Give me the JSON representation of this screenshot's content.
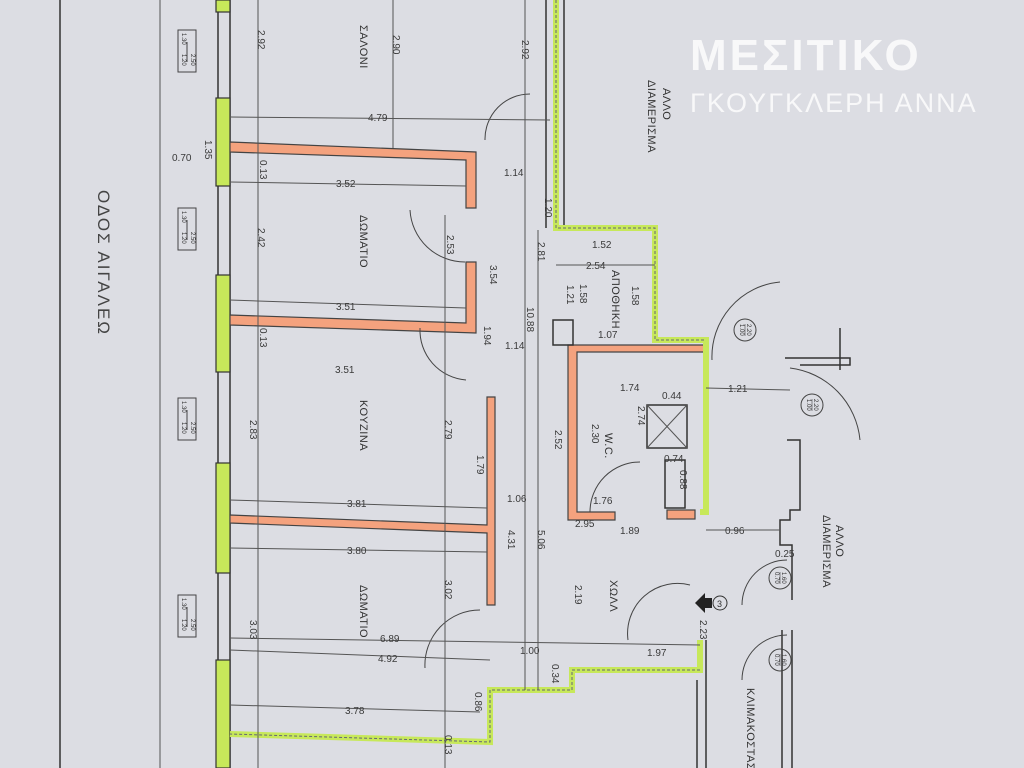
{
  "street": "ΟΔΟΣ ΑΙΓΑΛΕΩ",
  "rooms": {
    "saloni": "ΣΑΛΟΝΙ",
    "domatio1": "ΔΩΜΑΤΙΟ",
    "kouzina": "ΚΟΥΖΙΝΑ",
    "domatio2": "ΔΩΜΑΤΙΟ",
    "apothiki": "ΑΠΟΘΗΚΗ",
    "wc": "W.C.",
    "hall": "ΧΩΛΛ",
    "allo1_line1": "ΑΛΛΟ",
    "allo1_line2": "ΔΙΑΜΕΡΙΣΜΑ",
    "allo2_line1": "ΑΛΛΟ",
    "allo2_line2": "ΔΙΑΜΕΡΙΣΜΑ",
    "stairs": "ΚΛΙΜΑΚΟΣΤΑΣΙΟ"
  },
  "watermark": {
    "line1": "ΜΕΣΙΤΙΚΟ",
    "line2": "ΓΚΟΥΓΚΛΕΡΗ ΑΝΝΑ"
  },
  "window_tag": {
    "a": "1.30",
    "b": "1.20",
    "c": "2.50"
  },
  "door_tags": [
    {
      "top": "1.00",
      "bottom": "2.20"
    },
    {
      "top": "1.00",
      "bottom": "2.20"
    },
    {
      "top": "0.70",
      "bottom": "1.60"
    },
    {
      "top": "0.70",
      "bottom": "1.60"
    }
  ],
  "entrance_marker": "3",
  "dimensions": [
    "2.92",
    "2.90",
    "2.92",
    "4.79",
    "1.35",
    "0.70",
    "0.13",
    "3.52",
    "1.14",
    "1.20",
    "2.42",
    "2.53",
    "2.81",
    "3.54",
    "1.21",
    "1.58",
    "1.58",
    "2.54",
    "1.52",
    "10.88",
    "3.51",
    "0.13",
    "1.94",
    "1.14",
    "1.07",
    "3.51",
    "1.74",
    "1.21",
    "0.44",
    "2.74",
    "2.30",
    "2.52",
    "2.83",
    "2.79",
    "1.79",
    "0.74",
    "0.88",
    "1.06",
    "1.76",
    "3.81",
    "2.95",
    "1.89",
    "0.96",
    "5.06",
    "4.31",
    "3.80",
    "0.25",
    "2.19",
    "2.23",
    "3.02",
    "3.03",
    "6.89",
    "1.00",
    "1.97",
    "4.92",
    "0.34",
    "0.86",
    "3.78",
    "0.13"
  ]
}
